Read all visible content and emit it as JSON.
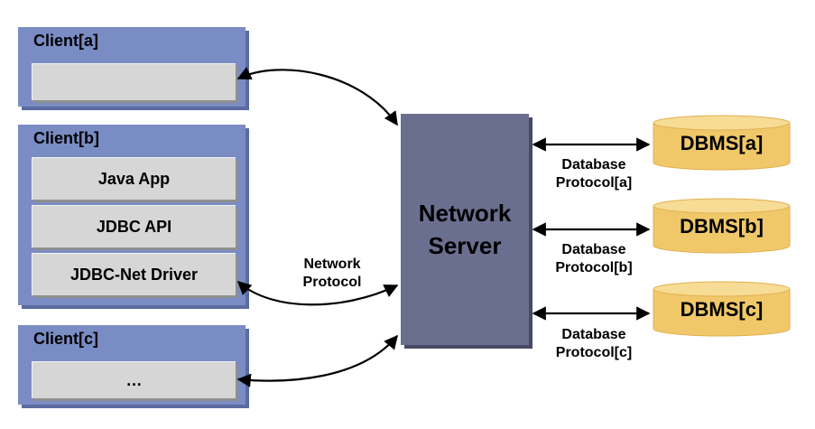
{
  "clients": [
    {
      "title": "Client[a]",
      "layers": [
        ""
      ]
    },
    {
      "title": "Client[b]",
      "layers": [
        "Java App",
        "JDBC API",
        "JDBC-Net Driver"
      ]
    },
    {
      "title": "Client[c]",
      "layers": [
        "…"
      ]
    }
  ],
  "server": {
    "line1": "Network",
    "line2": "Server"
  },
  "network_protocol": {
    "line1": "Network",
    "line2": "Protocol"
  },
  "databases": [
    {
      "name": "DBMS[a]",
      "protocol_line1": "Database",
      "protocol_line2": "Protocol[a]"
    },
    {
      "name": "DBMS[b]",
      "protocol_line1": "Database",
      "protocol_line2": "Protocol[b]"
    },
    {
      "name": "DBMS[c]",
      "protocol_line1": "Database",
      "protocol_line2": "Protocol[c]"
    }
  ],
  "colors": {
    "client_panel": "#7a8cc4",
    "layer": "#d6d6d6",
    "server": "#6b6f8f",
    "dbms": "#f0c86a"
  }
}
